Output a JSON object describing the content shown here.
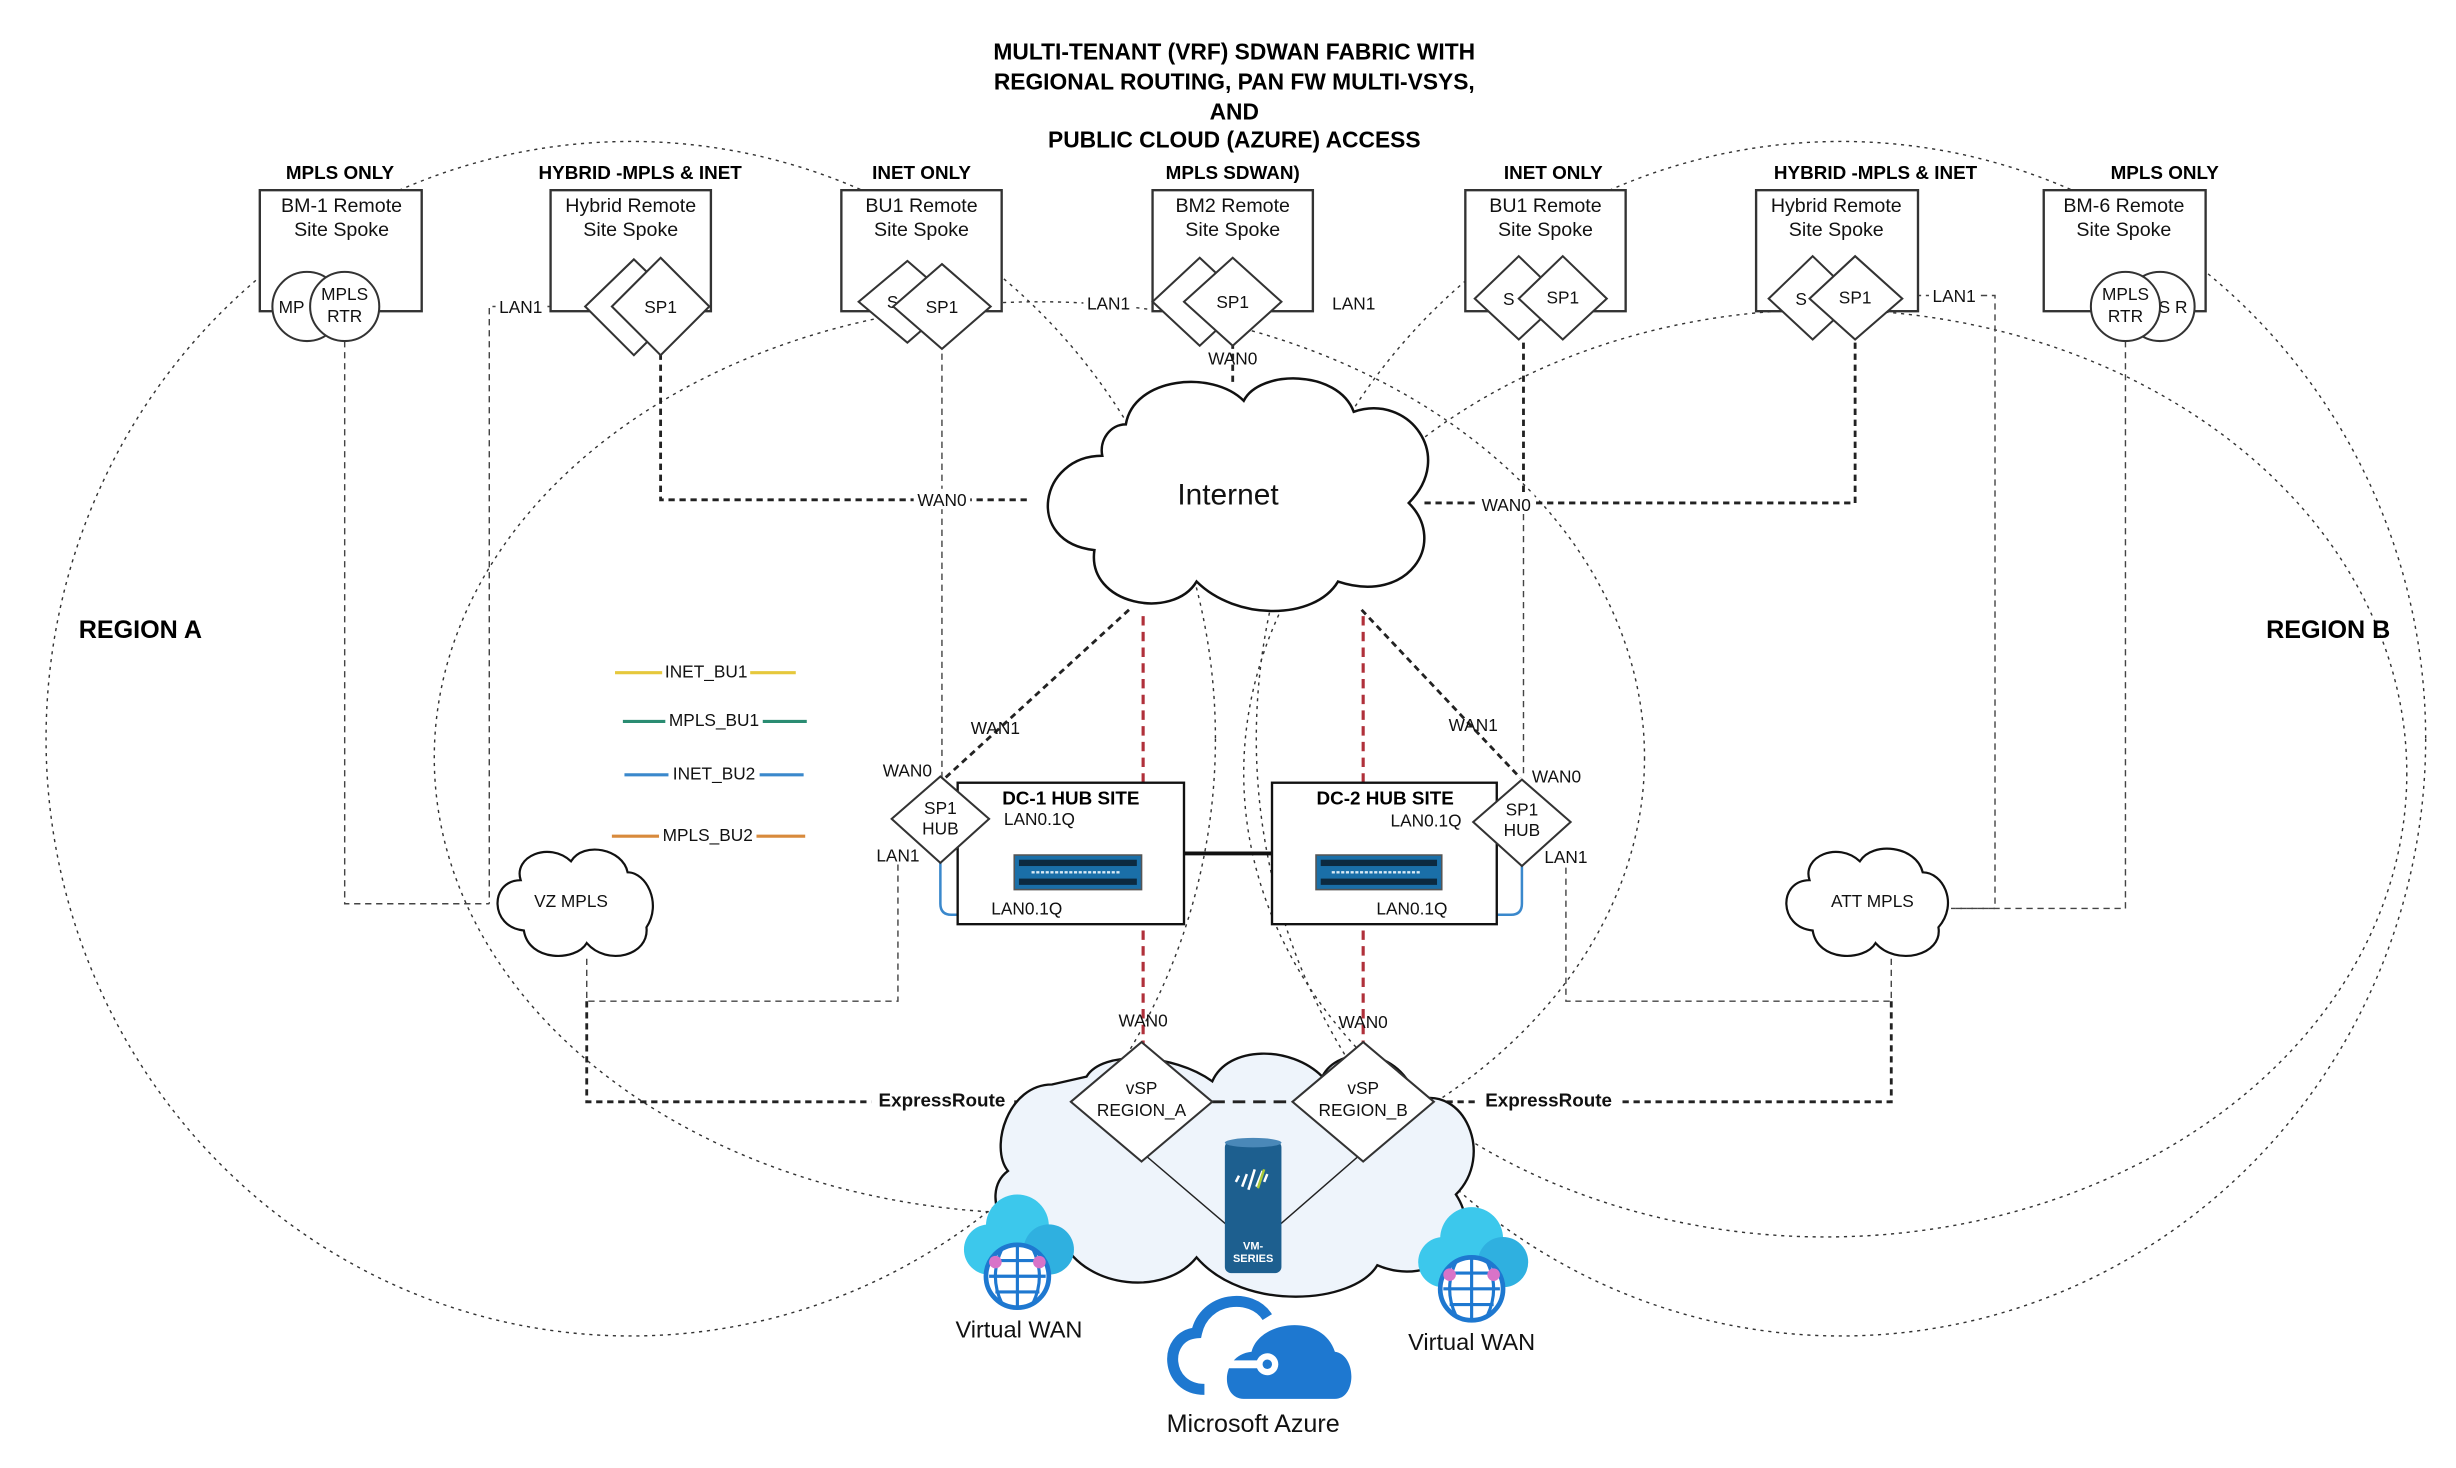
{
  "title": [
    "MULTI-TENANT (VRF) SDWAN FABRIC WITH",
    "REGIONAL ROUTING, PAN FW MULTI-VSYS,",
    "AND",
    "PUBLIC CLOUD (AZURE) ACCESS"
  ],
  "regions": {
    "a": "REGION A",
    "b": "REGION B"
  },
  "sites": [
    {
      "category": "MPLS ONLY",
      "line1": "BM-1 Remote",
      "line2": "Site Spoke",
      "device": "MPLS RTR",
      "device_back": "MP R"
    },
    {
      "category": "HYBRID -MPLS & INET",
      "line1": "Hybrid Remote",
      "line2": "Site Spoke",
      "device": "SP1"
    },
    {
      "category": "INET ONLY",
      "line1": "BU1 Remote",
      "line2": "Site Spoke",
      "device": "SP1",
      "device_back": "S"
    },
    {
      "category": "MPLS  SDWAN)",
      "line1": "BM2 Remote",
      "line2": "Site Spoke",
      "device": "SP1"
    },
    {
      "category": "INET ONLY",
      "line1": "BU1 Remote",
      "line2": "Site Spoke",
      "device": "SP1",
      "device_back": "S"
    },
    {
      "category": "HYBRID -MPLS & INET",
      "line1": "Hybrid Remote",
      "line2": "Site Spoke",
      "device": "SP1",
      "device_back": "S"
    },
    {
      "category": "MPLS ONLY",
      "line1": "BM-6 Remote",
      "line2": "Site Spoke",
      "device": "MPLS RTR",
      "device_back": "LS R"
    }
  ],
  "internet": "Internet",
  "legend": [
    {
      "label": "INET_BU1",
      "color": "#e6c83c"
    },
    {
      "label": "MPLS_BU1",
      "color": "#2a8c72"
    },
    {
      "label": "INET_BU2",
      "color": "#3a88cc"
    },
    {
      "label": "MPLS_BU2",
      "color": "#d88a3c"
    }
  ],
  "hubs": {
    "dc1": {
      "title": "DC-1 HUB SITE",
      "lan_top": "LAN0.1Q",
      "lan_bottom": "LAN0.1Q"
    },
    "dc2": {
      "title": "DC-2 HUB SITE",
      "lan_top": "LAN0.1Q",
      "lan_bottom": "LAN0.1Q"
    },
    "sp_hub_line1": "SP1",
    "sp_hub_line2": "HUB"
  },
  "mpls_clouds": {
    "vz": "VZ MPLS",
    "att": "ATT MPLS"
  },
  "links": {
    "lan1": "LAN1",
    "wan0": "WAN0",
    "wan1": "WAN1",
    "expressroute": "ExpressRoute"
  },
  "azure": {
    "vsp_a": [
      "vSP",
      "REGION_A"
    ],
    "vsp_b": [
      "vSP",
      "REGION_B"
    ],
    "vm_series": [
      "VM-",
      "SERIES"
    ],
    "virtual_wan": "Virtual WAN",
    "label": "Microsoft Azure"
  }
}
